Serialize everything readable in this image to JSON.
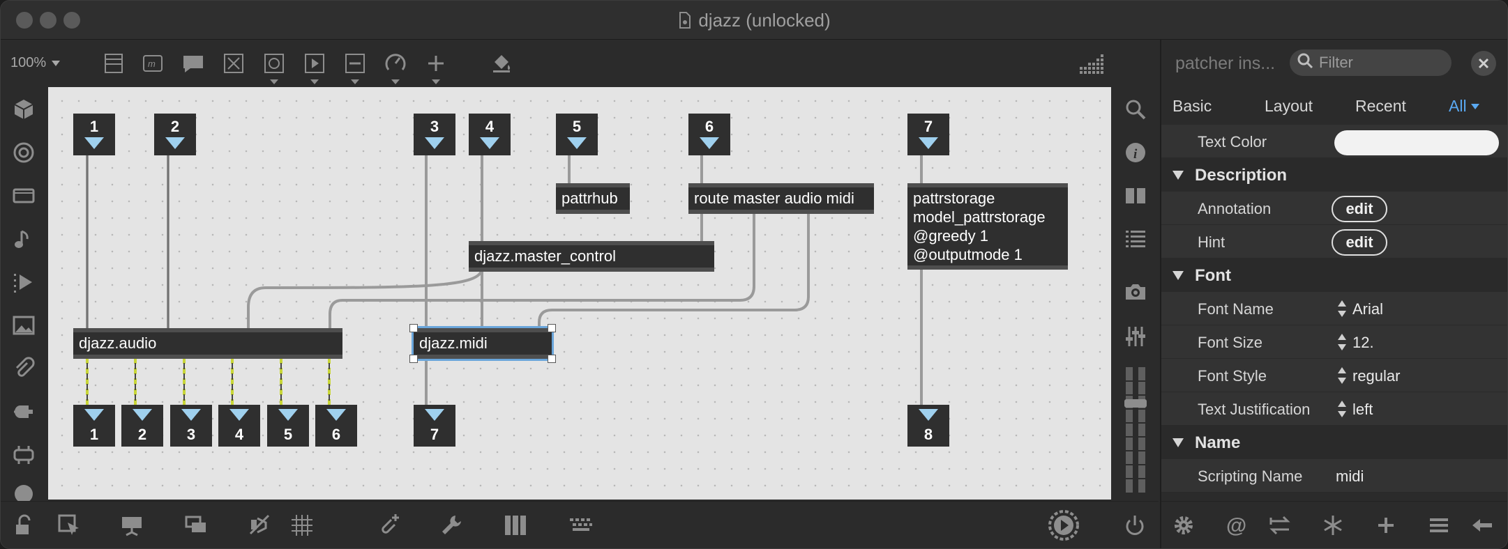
{
  "window": {
    "title": "djazz (unlocked)"
  },
  "toolbar": {
    "zoom": "100%",
    "icons": [
      "presentation-icon",
      "message-icon",
      "comment-icon",
      "toggle-icon",
      "button-icon",
      "play-icon",
      "slider-icon",
      "dial-icon",
      "add-object-icon",
      "paint-bucket-icon",
      "grid-icon"
    ]
  },
  "left_sidebar": {
    "icons": [
      "package-icon",
      "target-icon",
      "video-icon",
      "music-note-icon",
      "timeline-icon",
      "image-icon",
      "paperclip-icon",
      "plugin-icon",
      "device-icon",
      "more-icon"
    ]
  },
  "right_strip": {
    "icons": [
      "search-icon",
      "info-icon",
      "book-icon",
      "list-icon",
      "camera-icon",
      "mixer-icon",
      "meter-icon"
    ]
  },
  "bottom_bar": {
    "icons": [
      "lock-icon",
      "edit-icon",
      "presentation-icon",
      "layers-icon",
      "mute-icon",
      "grid-icon",
      "new-object-icon",
      "wrench-icon",
      "piano-icon",
      "keyboard-icon",
      "transport-icon",
      "power-icon"
    ]
  },
  "patcher": {
    "inlets": [
      "1",
      "2",
      "3",
      "4",
      "5",
      "6",
      "7"
    ],
    "outlets": [
      "1",
      "2",
      "3",
      "4",
      "5",
      "6",
      "7",
      "8"
    ],
    "objects": {
      "pattrhub": "pattrhub",
      "route": "route master audio midi",
      "master_control": "djazz.master_control",
      "audio": "djazz.audio",
      "midi": "djazz.midi",
      "pattrstorage": "pattrstorage\nmodel_pattrstorage\n@greedy 1\n@outputmode 1"
    }
  },
  "inspector": {
    "title": "patcher ins...",
    "filter_placeholder": "Filter",
    "tabs": [
      "Basic",
      "Layout",
      "Recent",
      "All"
    ],
    "active_tab": "All",
    "rows": {
      "text_color_label": "Text Color",
      "text_color_value": "#f2f2f2",
      "description_cat": "Description",
      "annotation_label": "Annotation",
      "annotation_btn": "edit",
      "hint_label": "Hint",
      "hint_btn": "edit",
      "font_cat": "Font",
      "font_name_label": "Font Name",
      "font_name_value": "Arial",
      "font_size_label": "Font Size",
      "font_size_value": "12.",
      "font_style_label": "Font Style",
      "font_style_value": "regular",
      "text_just_label": "Text Justification",
      "text_just_value": "left",
      "name_cat": "Name",
      "scripting_label": "Scripting Name",
      "scripting_value": "midi"
    },
    "bottom_icons": [
      "gear-icon",
      "at-icon",
      "arrows-icon",
      "freeze-icon",
      "plus-icon",
      "menu-icon",
      "back-arrow-icon"
    ]
  },
  "colors": {
    "accent": "#5aa9f2",
    "object_bg": "#2f2f2f",
    "canvas_bg": "#e4e4e4",
    "arrow": "#9fd0ee",
    "signal_cord": "#c8d638"
  }
}
